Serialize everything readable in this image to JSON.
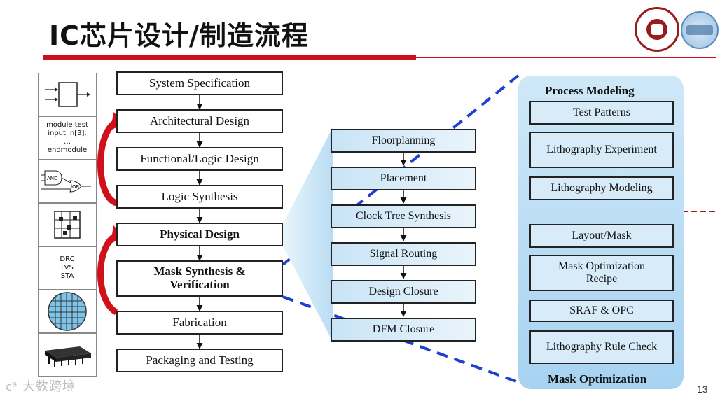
{
  "title": "IC芯片设计/制造流程",
  "page_number": "13",
  "watermark": "大数跨境",
  "left_flow": [
    "System Specification",
    "Architectural Design",
    "Functional/Logic Design",
    "Logic Synthesis",
    "Physical Design",
    "Mask Synthesis & Verification",
    "Fabrication",
    "Packaging and Testing"
  ],
  "icons": {
    "module_code": "module test\ninput in[3];\n…\nendmodule",
    "gate_and": "AND",
    "gate_or": "OR",
    "verify": "DRC\nLVS\nSTA"
  },
  "physical_flow": [
    "Floorplanning",
    "Placement",
    "Clock Tree Synthesis",
    "Signal Routing",
    "Design Closure",
    "DFM Closure"
  ],
  "process_modeling": {
    "header": "Process Modeling",
    "items": [
      "Test Patterns",
      "Lithography Experiment",
      "Lithography Modeling"
    ]
  },
  "mask_optimization": {
    "header": "Mask Optimization",
    "items": [
      "Layout/Mask",
      "Mask Optimization Recipe",
      "SRAF & OPC",
      "Lithography Rule Check"
    ]
  },
  "colors": {
    "accent_red": "#c8101e",
    "dash_blue": "#1f3fd1",
    "panel_blue": "#a7d3f1"
  }
}
